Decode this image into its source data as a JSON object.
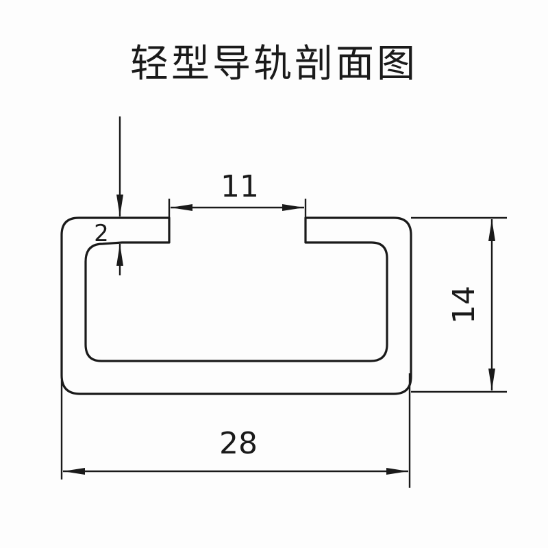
{
  "title": "轻型导轨剖面图",
  "dimensions": {
    "slot_width": "11",
    "lip_thickness": "2",
    "height": "14",
    "width": "28"
  },
  "colors": {
    "line": "#1a1a1a",
    "background": "#fdfdfd"
  }
}
